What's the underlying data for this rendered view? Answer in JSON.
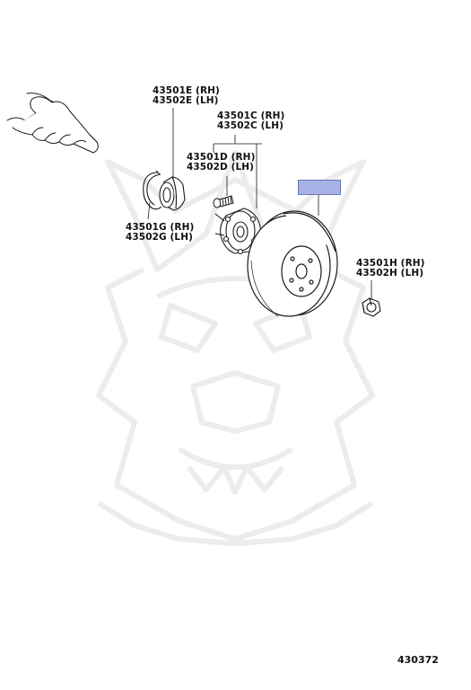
{
  "callouts": {
    "bearing": {
      "line1": "43501E (RH)",
      "line2": "43502E (LH)"
    },
    "disc": {
      "line1": "43501C (RH)",
      "line2": "43502C (LH)"
    },
    "bolt": {
      "line1": "43501D (RH)",
      "line2": "43502D (LH)"
    },
    "snap_ring": {
      "line1": "43501G (RH)",
      "line2": "43502G (LH)"
    },
    "nut": {
      "line1": "43501H (RH)",
      "line2": "43502H (LH)"
    }
  },
  "diagram_code": "430372",
  "colors": {
    "line": "#1a1a1a",
    "highlight_fill": "#a7b2e6",
    "highlight_border": "#6a74b8",
    "watermark": "#eeeeee"
  }
}
